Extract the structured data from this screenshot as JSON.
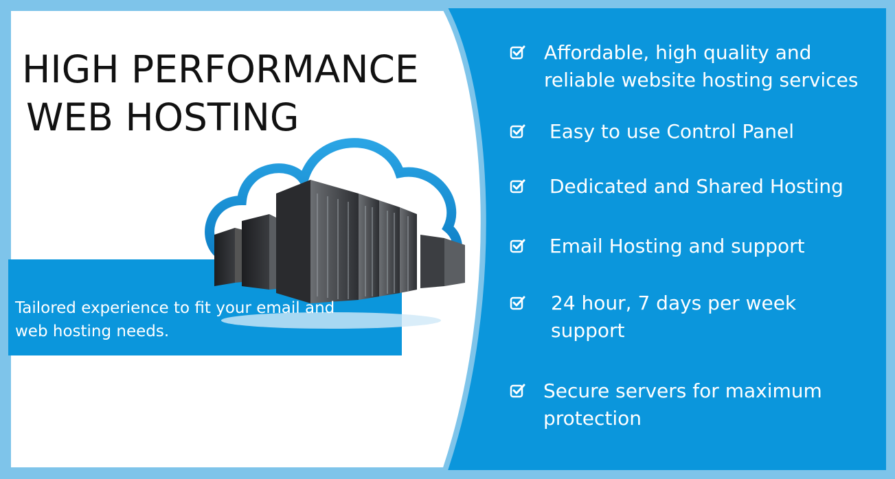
{
  "headline": {
    "line1": "HIGH PERFORMANCE",
    "line2": "WEB HOSTING"
  },
  "tagline": "Tailored experience to fit your email and web hosting needs.",
  "features": [
    {
      "line1": "Affordable, high quality and",
      "line2": "reliable website hosting services",
      "icon": "check-square-icon"
    },
    {
      "line1": "Easy to use Control Panel",
      "line2": "",
      "icon": "check-square-icon"
    },
    {
      "line1": "Dedicated and Shared Hosting",
      "line2": "",
      "icon": "check-square-icon"
    },
    {
      "line1": "Email Hosting and support",
      "line2": "",
      "icon": "check-square-icon"
    },
    {
      "line1": "24 hour, 7 days per week",
      "line2": "support",
      "icon": "check-square-icon"
    },
    {
      "line1": "Secure servers for maximum",
      "line2": "protection",
      "icon": "check-square-icon"
    }
  ],
  "colors": {
    "accent_blue": "#0b96dc",
    "frame_light_blue": "#7ec4ea",
    "text_dark": "#111111",
    "text_light": "#ffffff"
  },
  "graphic": {
    "icon": "cloud-server-icon"
  }
}
